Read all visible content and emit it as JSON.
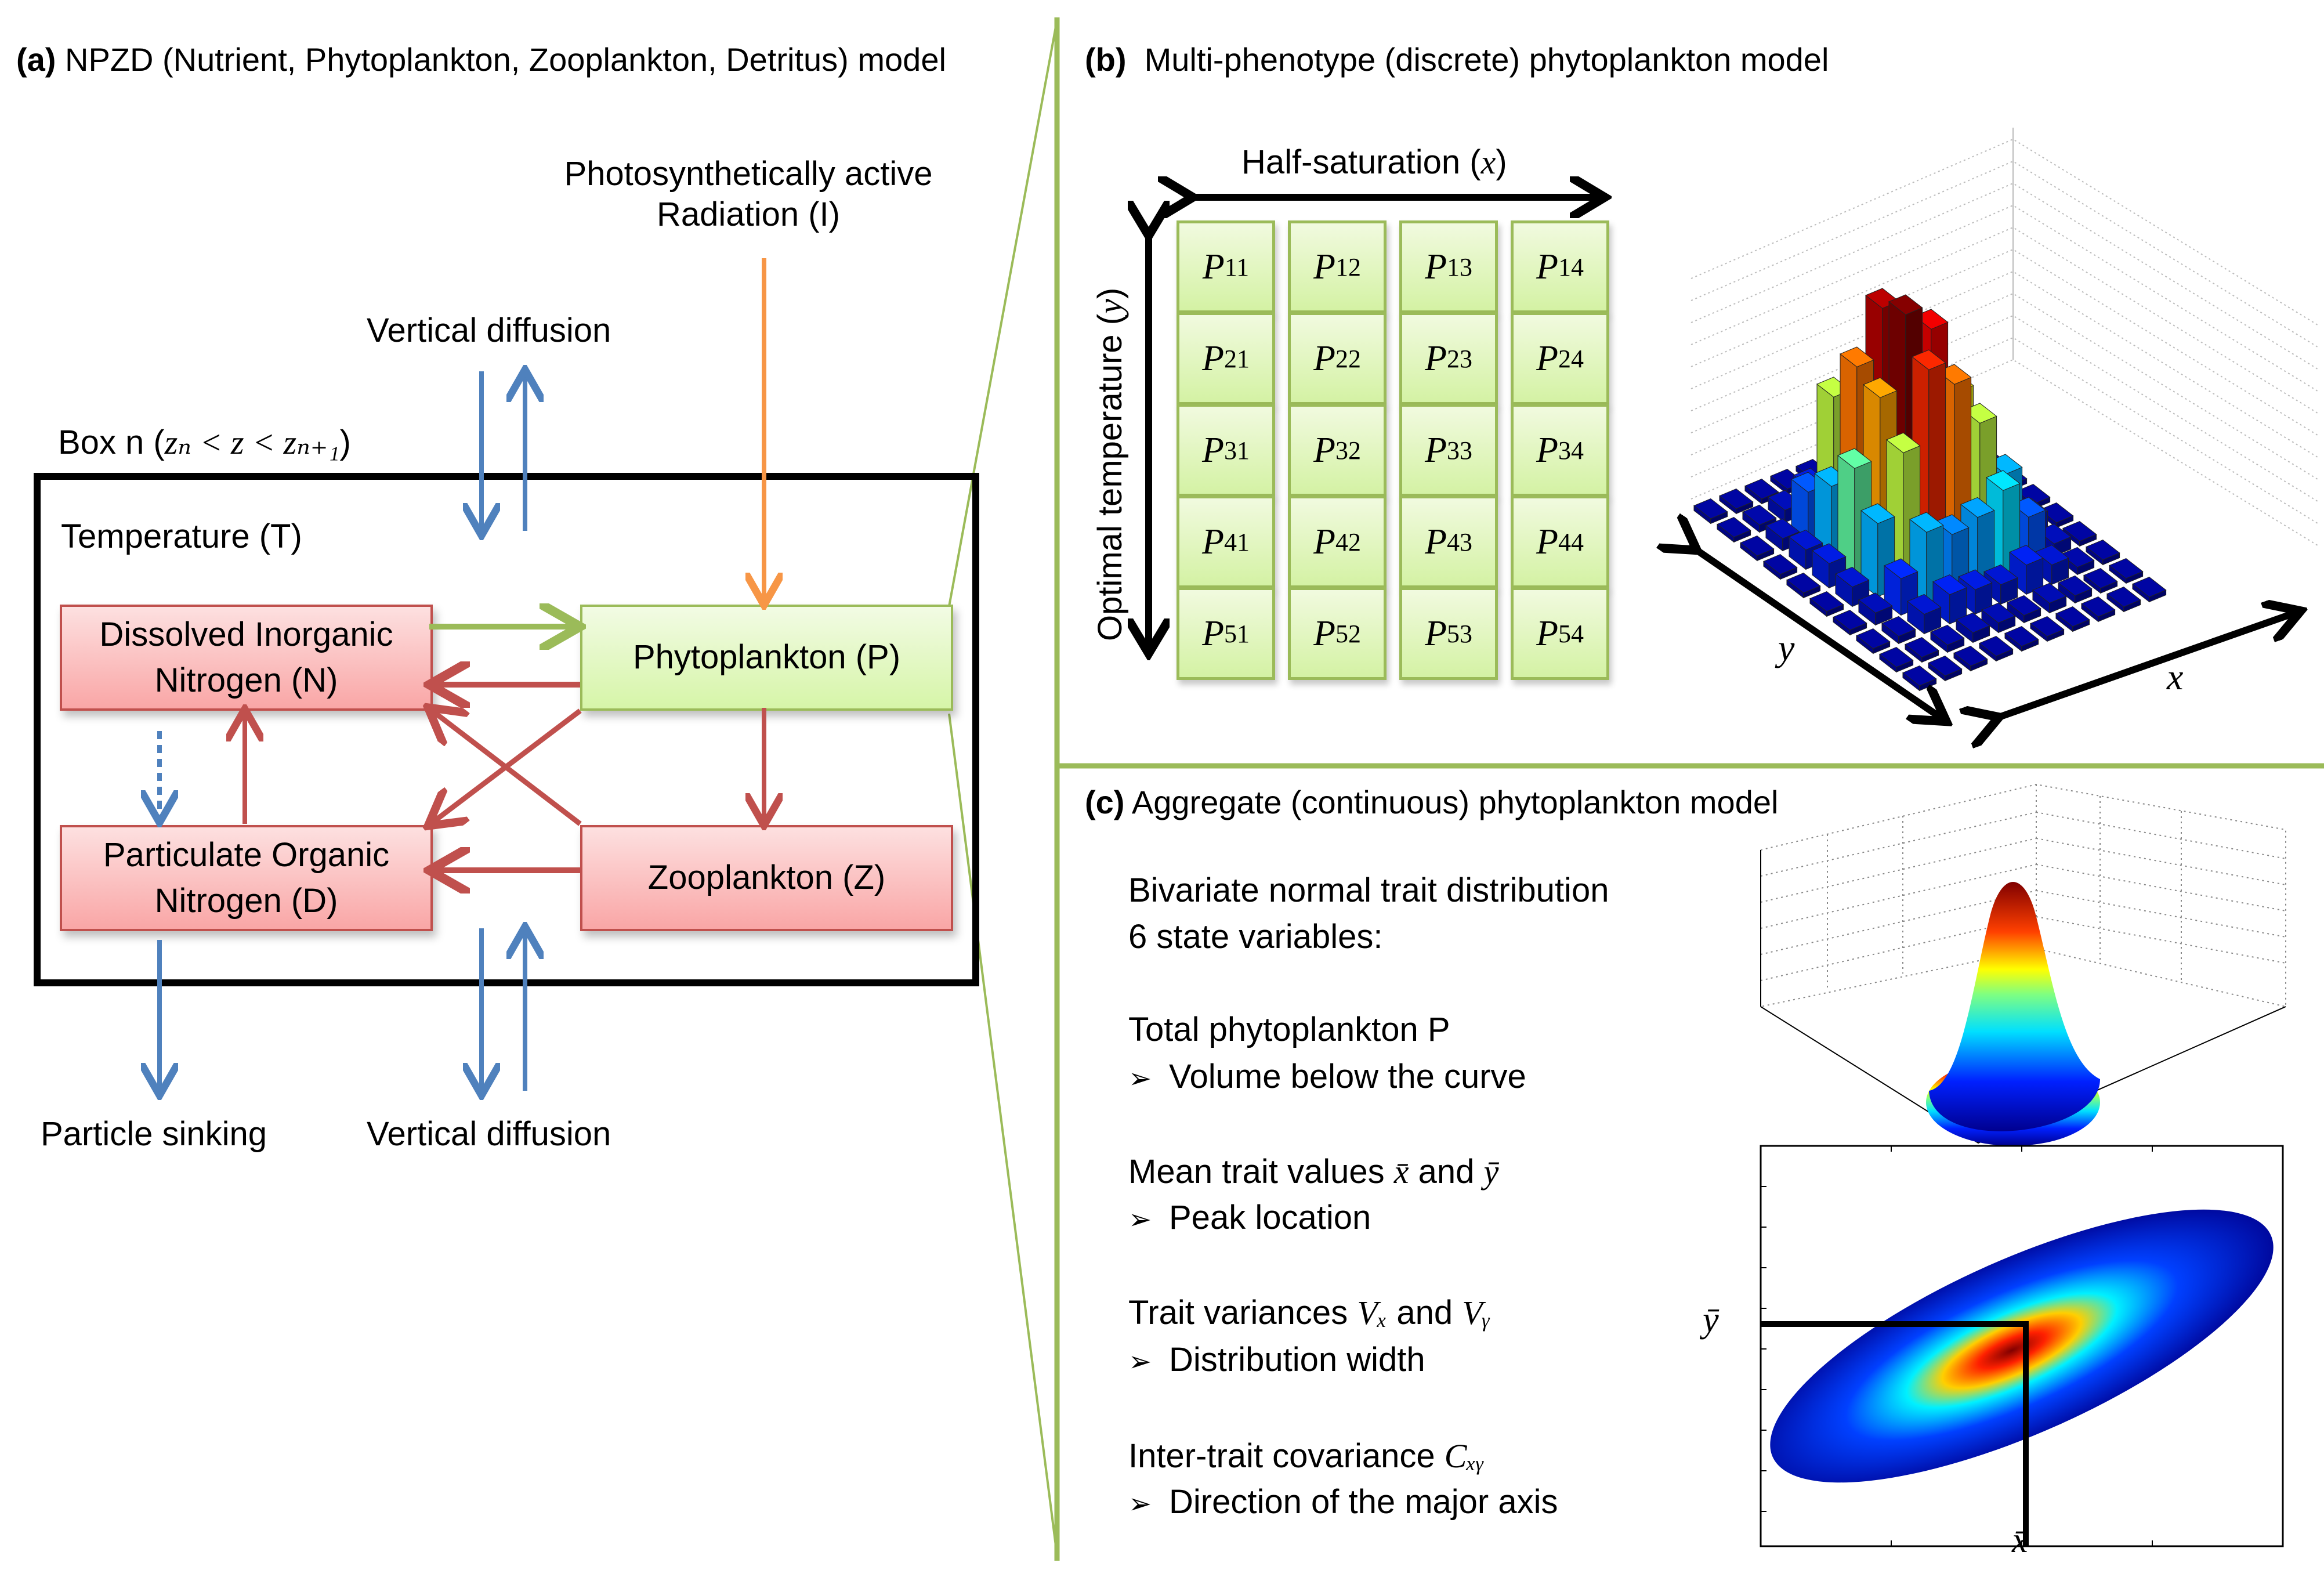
{
  "panel_a": {
    "title_label": "(a)",
    "title": "NPZD (Nutrient, Phytoplankton, Zooplankton, Detritus) model",
    "radiation_label_line1": "Photosynthetically active",
    "radiation_label_line2": "Radiation (I)",
    "vertical_diffusion_top": "Vertical diffusion",
    "box_label_prefix": "Box n (",
    "box_label_math": "zₙ < z < zₙ₊₁",
    "box_label_suffix": ")",
    "temperature_label": "Temperature (T)",
    "nodes": {
      "nitrogen_line1": "Dissolved Inorganic",
      "nitrogen_line2": "Nitrogen (N)",
      "phytoplankton": "Phytoplankton (P)",
      "detritus_line1": "Particulate Organic",
      "detritus_line2": "Nitrogen (D)",
      "zooplankton": "Zooplankton (Z)"
    },
    "particle_sinking": "Particle sinking",
    "vertical_diffusion_bottom": "Vertical diffusion",
    "colors": {
      "arrow_blue": "#4f81bd",
      "arrow_red": "#c0504d",
      "arrow_green": "#9bbb59",
      "arrow_orange": "#f79646",
      "box_red_border": "#c0504d",
      "box_green_border": "#9bbb59"
    }
  },
  "panel_b": {
    "title_label": "(b)",
    "title": "Multi-phenotype (discrete) phytoplankton model",
    "x_axis_label": "Half-saturation (",
    "x_axis_var": "x",
    "y_axis_label": "Optimal temperature (",
    "y_axis_var": "y",
    "grid": [
      [
        "11",
        "12",
        "13",
        "14"
      ],
      [
        "21",
        "22",
        "23",
        "24"
      ],
      [
        "31",
        "32",
        "33",
        "34"
      ],
      [
        "41",
        "42",
        "43",
        "44"
      ],
      [
        "51",
        "52",
        "53",
        "54"
      ]
    ],
    "cell_symbol": "P",
    "chart_x_label": "x",
    "chart_y_label": "y"
  },
  "panel_c": {
    "title_label": "(c)",
    "title": "Aggregate (continuous) phytoplankton model",
    "intro_line1": "Bivariate normal trait distribution",
    "intro_line2": "6 state variables:",
    "items": [
      {
        "heading": "Total phytoplankton P",
        "bullet": "Volume below the curve"
      },
      {
        "heading_prefix": "Mean trait values ",
        "math1": "x̄",
        "mid": " and ",
        "math2": "ȳ",
        "bullet": "Peak location"
      },
      {
        "heading_prefix": "Trait variances ",
        "math1": "Vₓ",
        "mid": " and ",
        "math2": "Vᵧ",
        "bullet": "Distribution width"
      },
      {
        "heading_prefix": "Inter-trait covariance ",
        "math1": "Cₓᵧ",
        "bullet": "Direction of the major axis"
      }
    ],
    "bullet_glyph": "➢",
    "xbar_label": "x̄",
    "ybar_label": "ȳ"
  },
  "chart_data": [
    {
      "type": "bar3d",
      "title": "Multi-phenotype phytoplankton biomass (discrete)",
      "xlabel": "x",
      "ylabel": "y",
      "grid": true,
      "note": "relative bar heights estimated from figure (0-1 scale), 10x10 bins",
      "values": [
        [
          0.02,
          0.02,
          0.02,
          0.02,
          0.02,
          0.02,
          0.02,
          0.02,
          0.02,
          0.02
        ],
        [
          0.02,
          0.03,
          0.05,
          0.1,
          0.12,
          0.08,
          0.05,
          0.03,
          0.02,
          0.02
        ],
        [
          0.02,
          0.05,
          0.2,
          0.55,
          0.62,
          0.58,
          0.18,
          0.05,
          0.03,
          0.02
        ],
        [
          0.02,
          0.08,
          0.3,
          0.75,
          0.95,
          0.8,
          0.35,
          0.1,
          0.03,
          0.02
        ],
        [
          0.02,
          0.1,
          0.45,
          0.7,
          1.0,
          0.9,
          0.6,
          0.2,
          0.05,
          0.02
        ],
        [
          0.02,
          0.08,
          0.3,
          0.55,
          0.85,
          0.75,
          0.55,
          0.3,
          0.08,
          0.02
        ],
        [
          0.02,
          0.05,
          0.15,
          0.3,
          0.25,
          0.28,
          0.35,
          0.2,
          0.05,
          0.02
        ],
        [
          0.02,
          0.03,
          0.08,
          0.12,
          0.1,
          0.08,
          0.12,
          0.08,
          0.03,
          0.02
        ],
        [
          0.02,
          0.02,
          0.03,
          0.04,
          0.04,
          0.03,
          0.04,
          0.03,
          0.02,
          0.02
        ],
        [
          0.02,
          0.02,
          0.02,
          0.02,
          0.02,
          0.02,
          0.02,
          0.02,
          0.02,
          0.02
        ]
      ]
    },
    {
      "type": "surface",
      "title": "Bivariate normal trait distribution (3D)",
      "peak": 1.0,
      "grid": true
    },
    {
      "type": "heatmap",
      "title": "Bivariate normal trait distribution (top view)",
      "mean": {
        "x": 0.5,
        "y": 0.5
      },
      "major_axis_direction": "positive slope (≈25°)",
      "xlabel": "x̄",
      "ylabel": "ȳ"
    }
  ]
}
